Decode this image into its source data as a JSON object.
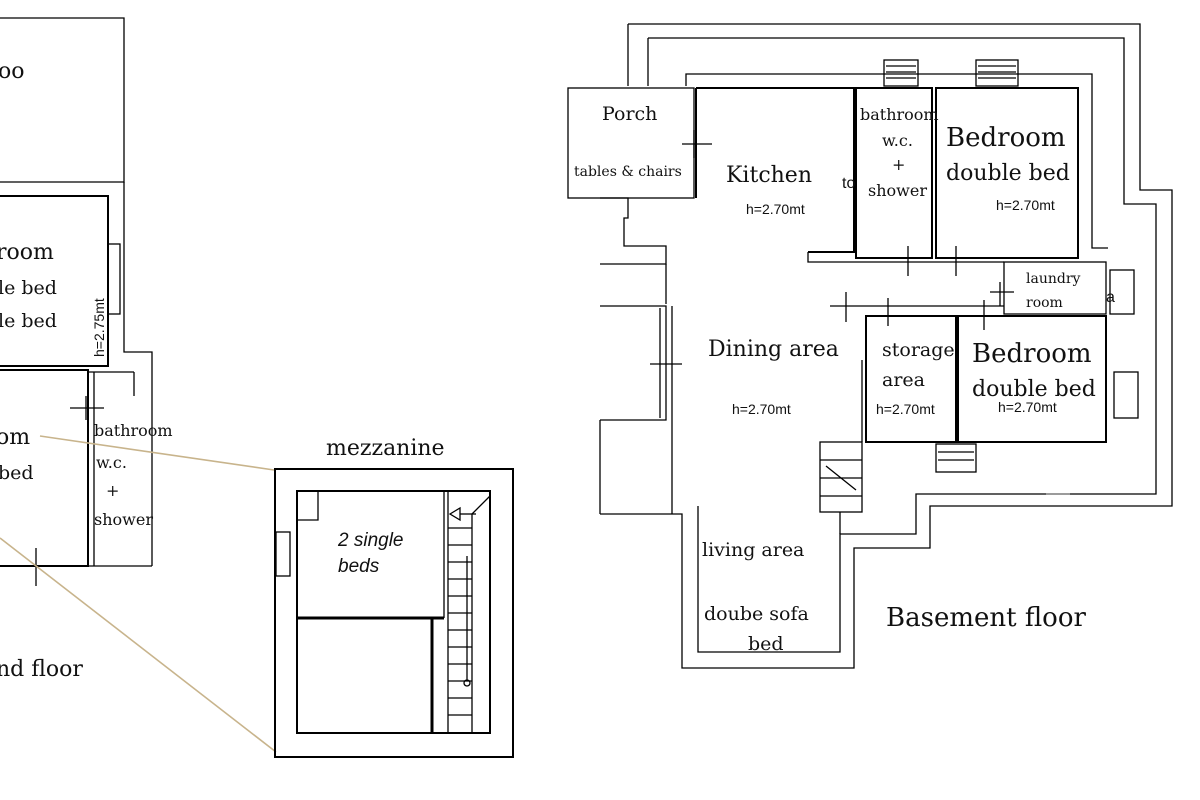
{
  "ground_floor": {
    "room_top_partial": "oo",
    "bedroom1": {
      "name": "room",
      "bed1": "le bed",
      "bed2": "le bed"
    },
    "height": "h=2.75mt",
    "bedroom2": {
      "name": "om",
      "bed": "bed"
    },
    "bathroom": {
      "name": "bathroom",
      "wc": "w.c.",
      "plus": "+",
      "shower": "shower"
    },
    "floor_label": "nd floor"
  },
  "mezzanine": {
    "title": "mezzanine",
    "beds_line1": "2 single",
    "beds_line2": "beds"
  },
  "basement": {
    "porch": {
      "name": "Porch",
      "furniture": "tables & chairs"
    },
    "kitchen": {
      "name": "Kitchen",
      "height": "h=2.70mt"
    },
    "bathroom": {
      "name": "bathroom",
      "wc": "w.c.",
      "plus": "+",
      "shower": "shower",
      "stray_text": "to"
    },
    "bedroom1": {
      "name": "Bedroom",
      "bed": "double bed",
      "height": "h=2.70mt"
    },
    "laundry": {
      "line1": "laundry",
      "line2": "room",
      "stray_text": "a"
    },
    "dining": {
      "name": "Dining area",
      "height": "h=2.70mt"
    },
    "storage": {
      "line1": "storage",
      "line2": "area",
      "height": "h=2.70mt"
    },
    "bedroom2": {
      "name": "Bedroom",
      "bed": "double bed",
      "height": "h=2.70mt"
    },
    "living": {
      "name": "living area",
      "sofa1": "doube sofa",
      "sofa2": "bed"
    },
    "floor_label": "Basement floor"
  }
}
